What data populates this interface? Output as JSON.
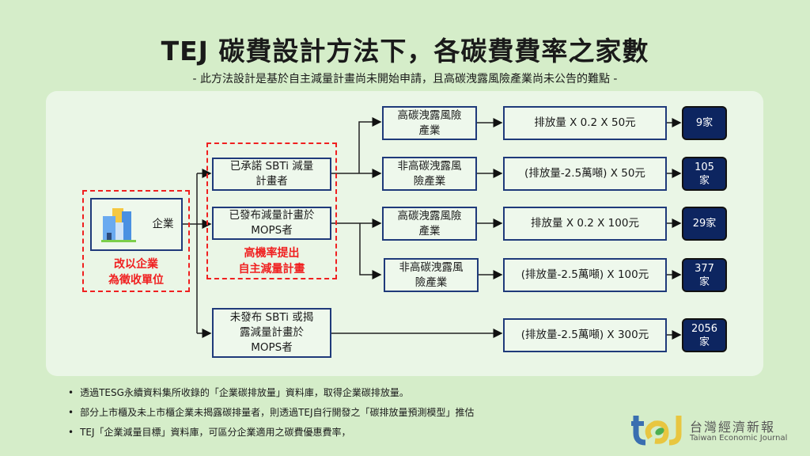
{
  "title": "TEJ  碳費設計方法下，各碳費費率之家數",
  "subtitle": "- 此方法設計是基於自主減量計畫尚未開始申請，且高碳洩露風險產業尚未公告的難點 -",
  "company": {
    "label": "企業",
    "note_line1": "改以企業",
    "note_line2": "為徵收單位"
  },
  "groups": {
    "sbti": {
      "line1": "已承諾 SBTi 減量",
      "line2": "計畫者"
    },
    "mops": {
      "line1": "已發布減量計畫於",
      "line2": "MOPS者"
    },
    "none": {
      "line1": "未發布 SBTi 或揭",
      "line2": "露減量計畫於",
      "line3": "MOPS者"
    },
    "note_line1": "高機率提出",
    "note_line2": "自主減量計畫"
  },
  "rows": [
    {
      "cat1": "高碳洩露風險",
      "cat2": "產業",
      "formula": "排放量 X 0.2 X 50元",
      "count1": "9家",
      "count2": ""
    },
    {
      "cat1": "非高碳洩露風",
      "cat2": "險產業",
      "formula": "(排放量-2.5萬噸) X 50元",
      "count1": "105",
      "count2": "家"
    },
    {
      "cat1": "高碳洩露風險",
      "cat2": "產業",
      "formula": "排放量 X 0.2 X 100元",
      "count1": "29家",
      "count2": ""
    },
    {
      "cat1": "非高碳洩露風",
      "cat2": "險產業",
      "formula": "(排放量-2.5萬噸) X 100元",
      "count1": "377",
      "count2": "家"
    },
    {
      "formula": "(排放量-2.5萬噸) X 300元",
      "count1": "2056",
      "count2": "家"
    }
  ],
  "bullets": [
    "透過TESG永續資料集所收錄的「企業碳排放量」資料庫，取得企業碳排放量。",
    "部分上市櫃及未上市櫃企業未揭露碳排量者，則透過TEJ自行開發之「碳排放量預測模型」推估",
    "TEJ「企業減量目標」資料庫，可區分企業適用之碳費優惠費率，"
  ],
  "logo": {
    "mark": "tej",
    "name_zh": "台灣經濟新報",
    "name_en": "Taiwan Economic Journal"
  },
  "colors": {
    "navy": "#0d2560",
    "red": "#f02020",
    "border": "#1f3a7a"
  }
}
